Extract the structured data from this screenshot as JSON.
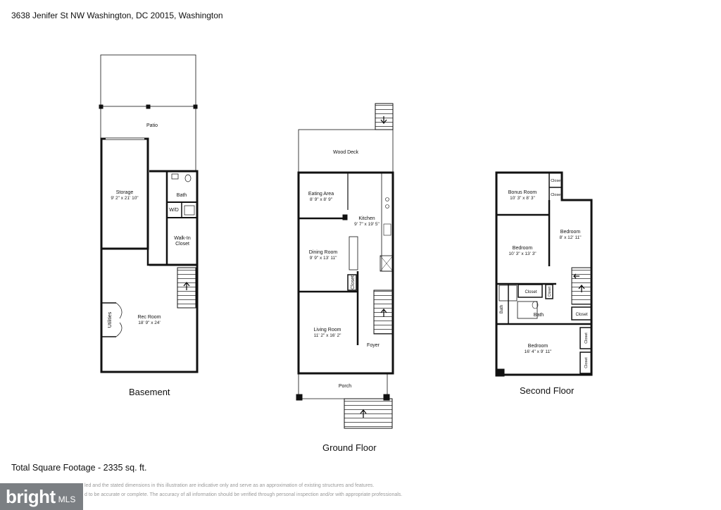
{
  "header": {
    "address": "3638 Jenifer St NW Washington, DC 20015, Washington"
  },
  "floors": {
    "basement": {
      "caption": "Basement",
      "rooms": {
        "patio": "Patio",
        "storage": "Storage",
        "storage_dim": "9' 2\" x 21' 10\"",
        "bath": "Bath",
        "wd": "W/D",
        "walkin_1": "Walk-In",
        "walkin_2": "Closet",
        "rec_room": "Rec Room",
        "rec_room_dim": "18' 9\" x 24'",
        "utilities": "Utilities"
      }
    },
    "ground": {
      "caption": "Ground Floor",
      "rooms": {
        "wood_deck": "Wood Deck",
        "eating_area": "Eating Area",
        "eating_area_dim": "8' 9\" x 8' 9\"",
        "kitchen": "Kitchen",
        "kitchen_dim": "9' 7\" x 19' 5\"",
        "dining_room": "Dining Room",
        "dining_room_dim": "9' 9\" x 13' 11\"",
        "closet": "Closet",
        "living_room": "Living Room",
        "living_room_dim": "11' 2\" x 16' 2\"",
        "foyer": "Foyer",
        "porch": "Porch"
      }
    },
    "second": {
      "caption": "Second Floor",
      "rooms": {
        "closet_a": "Closet",
        "closet_b": "Closet",
        "bonus_room": "Bonus Room",
        "bonus_room_dim": "10' 3\" x 8' 3\"",
        "bedroom_small": "Bedroom",
        "bedroom_small_dim": "8' x 12' 11\"",
        "bedroom_mid": "Bedroom",
        "bedroom_mid_dim": "10' 3\" x 13' 3\"",
        "closet_c": "Closet",
        "closet_d": "Closet",
        "bath_a": "Bath",
        "bath_b": "Bath",
        "closet_e": "Closet",
        "closet_f": "Closet",
        "closet_g": "Closet",
        "bedroom_large": "Bedroom",
        "bedroom_large_dim": "16' 4\" x 9' 11\""
      }
    }
  },
  "footer": {
    "total_sqft": "Total Square Footage - 2335 sq. ft.",
    "disclaimer_1": "led and the stated dimensions in this illustration are indicative only and serve as an approximation of existing structures and features.",
    "disclaimer_2": "d to be accurate or complete. The accuracy of all information should be verified through personal inspection and/or with appropriate professionals.",
    "logo_word": "bright",
    "logo_suffix": "MLS"
  }
}
